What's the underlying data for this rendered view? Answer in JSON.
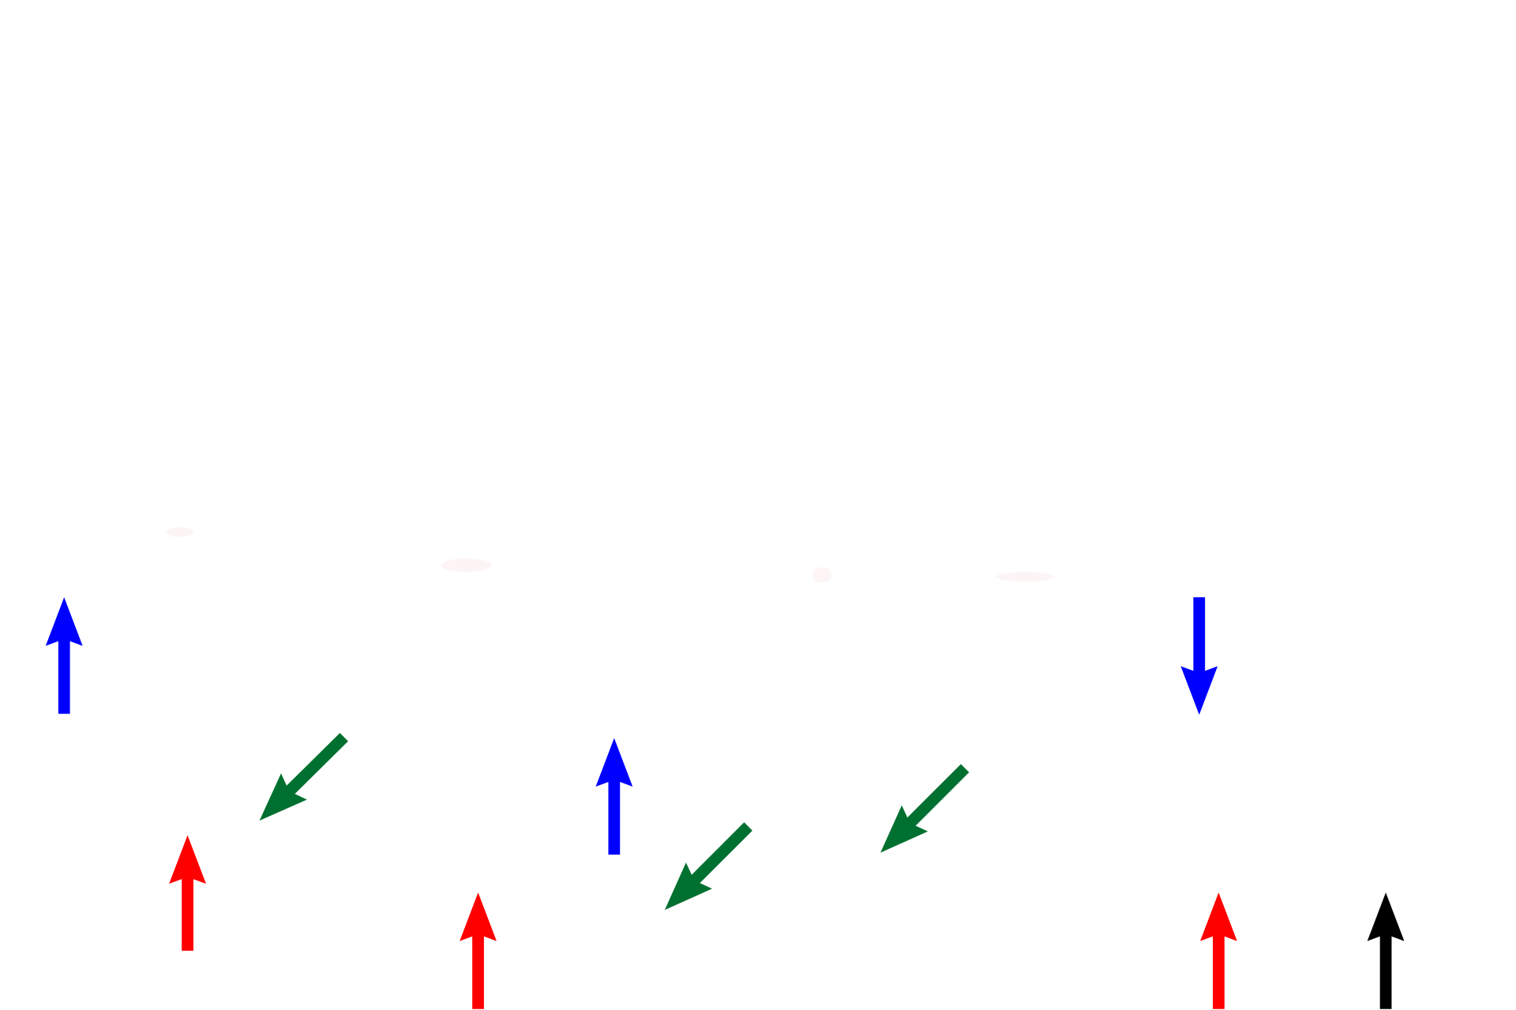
{
  "background_color": "#ffffff",
  "colors": {
    "blue": "#0000ff",
    "red": "#ff0000",
    "green": "#007030",
    "black": "#000000"
  },
  "arrows": [
    {
      "color": "blue",
      "direction": "up"
    },
    {
      "color": "red",
      "direction": "up"
    },
    {
      "color": "green",
      "direction": "down-left"
    },
    {
      "color": "red",
      "direction": "up"
    },
    {
      "color": "blue",
      "direction": "up"
    },
    {
      "color": "green",
      "direction": "down-left"
    },
    {
      "color": "green",
      "direction": "down-left"
    },
    {
      "color": "blue",
      "direction": "down"
    },
    {
      "color": "red",
      "direction": "up"
    },
    {
      "color": "black",
      "direction": "up"
    }
  ]
}
